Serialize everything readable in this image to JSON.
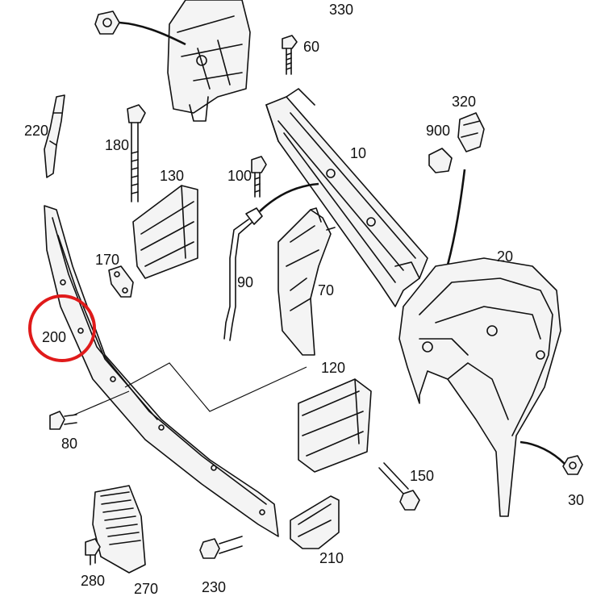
{
  "diagram": {
    "callouts": {
      "c330": "330",
      "c60": "60",
      "c320": "320",
      "c900": "900",
      "c220": "220",
      "c180": "180",
      "c130": "130",
      "c100": "100",
      "c10": "10",
      "c20": "20",
      "c170": "170",
      "c90": "90",
      "c70": "70",
      "c200": "200",
      "c120": "120",
      "c80": "80",
      "c150": "150",
      "c30": "30",
      "c210": "210",
      "c280": "280",
      "c270": "270",
      "c230": "230"
    },
    "highlighted_callout": "200",
    "highlight_color": "#e01a1a"
  }
}
